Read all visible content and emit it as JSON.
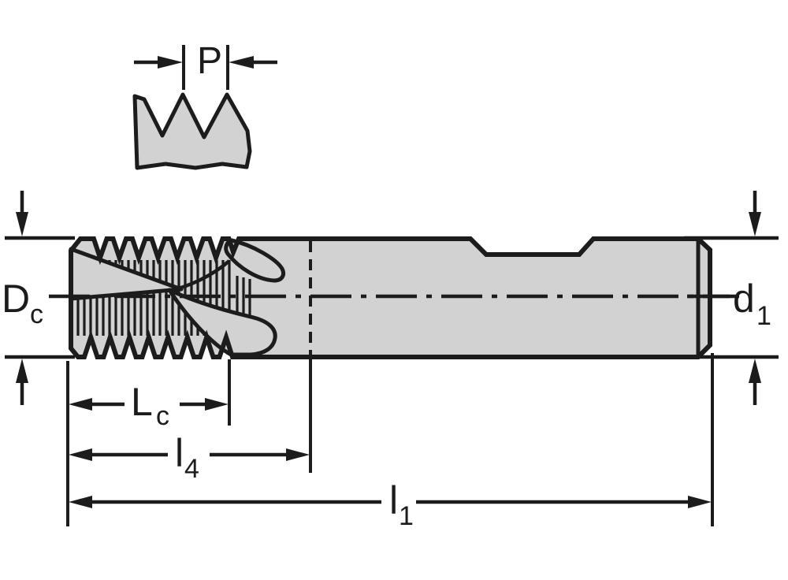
{
  "colors": {
    "body_fill": "#d2d2d2",
    "line": "#1c1c1c",
    "background": "#ffffff"
  },
  "detail": {
    "pitch_label": "P"
  },
  "labels": {
    "cutting_diameter": {
      "main": "D",
      "sub": "c"
    },
    "shank_diameter": {
      "main": "d",
      "sub": "1"
    },
    "cutting_length": {
      "main": "L",
      "sub": "c"
    },
    "flute_length": {
      "main": "l",
      "sub": "4"
    },
    "overall_length": {
      "main": "l",
      "sub": "1"
    }
  }
}
